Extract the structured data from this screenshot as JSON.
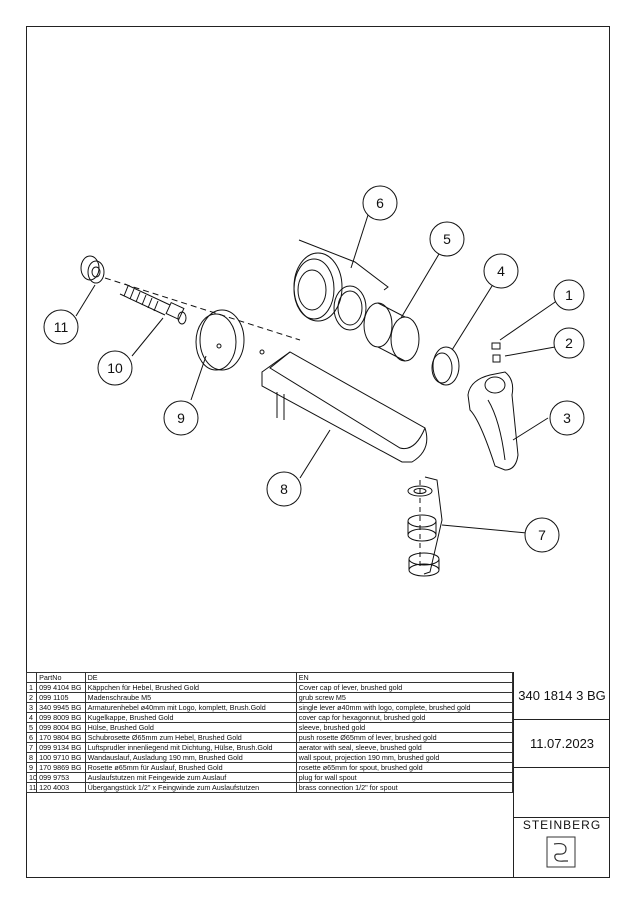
{
  "drawing": {
    "callouts": [
      "1",
      "2",
      "3",
      "4",
      "5",
      "6",
      "7",
      "8",
      "9",
      "10",
      "11"
    ]
  },
  "table": {
    "headers": {
      "nr": "",
      "partno": "PartNo",
      "de": "DE",
      "en": "EN"
    },
    "rows": [
      {
        "nr": "1",
        "partno": "099 4104 BG",
        "de": "Käppchen für Hebel, Brushed Gold",
        "en": "Cover cap of lever, brushed gold"
      },
      {
        "nr": "2",
        "partno": "099 1105",
        "de": "Madenschraube M5",
        "en": "grub screw M5"
      },
      {
        "nr": "3",
        "partno": "340 9945 BG",
        "de": "Armaturenhebel ø40mm mit Logo, komplett, Brush.Gold",
        "en": "single lever ø40mm with logo, complete, brushed gold"
      },
      {
        "nr": "4",
        "partno": "099 8009 BG",
        "de": "Kugelkappe, Brushed Gold",
        "en": "cover cap for hexagonnut, brushed gold"
      },
      {
        "nr": "5",
        "partno": "099 8004 BG",
        "de": "Hülse, Brushed Gold",
        "en": "sleeve, brushed gold"
      },
      {
        "nr": "6",
        "partno": "170 9804 BG",
        "de": "Schubrosette Ø65mm zum Hebel, Brushed Gold",
        "en": "push rosette Ø65mm of lever, brushed gold"
      },
      {
        "nr": "7",
        "partno": "099 9134 BG",
        "de": "Luftsprudler innenliegend mit Dichtung, Hülse, Brush.Gold",
        "en": "aerator with seal, sleeve, brushed gold"
      },
      {
        "nr": "8",
        "partno": "100 9710 BG",
        "de": "Wandauslauf, Ausladung 190 mm, Brushed Gold",
        "en": "wall spout, projection 190 mm, brushed gold"
      },
      {
        "nr": "9",
        "partno": "170 9869 BG",
        "de": "Rosette ø65mm für Auslauf, Brushed Gold",
        "en": "rosette ø65mm for spout, brushed gold"
      },
      {
        "nr": "10",
        "partno": "099 9753",
        "de": "Auslaufstutzen mit Feingewide zum Auslauf",
        "en": "plug for wall spout"
      },
      {
        "nr": "11",
        "partno": "120 4003",
        "de": "Übergangstück 1/2\" x Feingwinde zum Auslaufstutzen",
        "en": "brass connection 1/2\" for spout"
      }
    ]
  },
  "titleblock": {
    "article_number": "340 1814 3 BG",
    "date": "11.07.2023",
    "brand": "STEINBERG",
    "brand_mark_icon": "steinberg-logo-icon"
  }
}
